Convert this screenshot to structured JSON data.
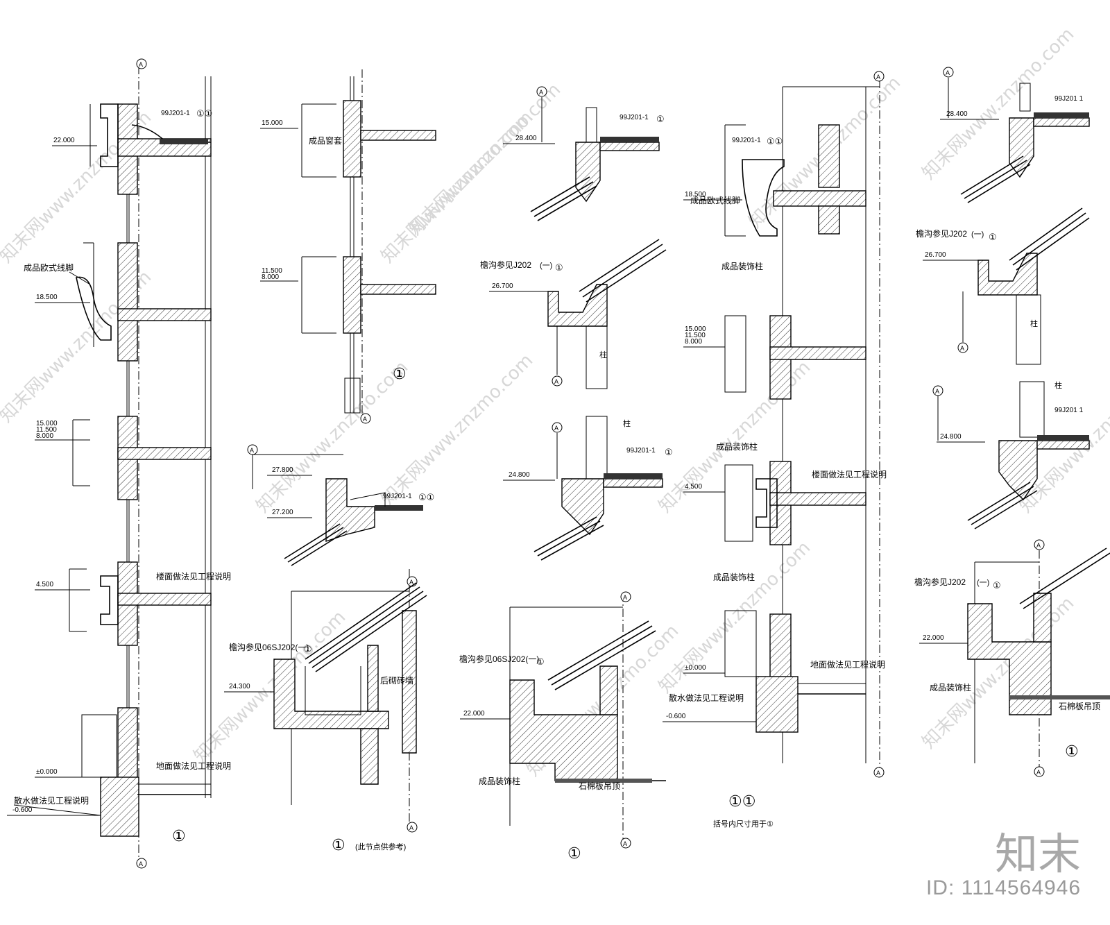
{
  "watermark": {
    "text": "知末网www.znzmo.com",
    "logo": "知末",
    "id": "ID: 1114564946"
  },
  "axis": {
    "A": "A"
  },
  "detail_mark": "①",
  "double_mark": "①①",
  "refs": {
    "r99j201": "99J201-1",
    "r99j201b": "99J201 1",
    "gutter_j202": "檐沟参见J202",
    "gutter_j202_one": "(一)",
    "gutter_06": "檐沟参见06SJ202(一)",
    "gutter_06b": "檐沟参见06SJ202(一)"
  },
  "labels": {
    "cornice": "成品欧式线脚",
    "window_sill": "成品窗套",
    "dec_col": "成品装饰柱",
    "column": "柱",
    "floor_note": "楼面做法见工程说明",
    "ground_note": "地面做法见工程说明",
    "apron_note": "散水做法见工程说明",
    "back_brick": "后砌砖墙",
    "ceiling": "石棉板吊顶",
    "bracket_note": "括号内尺寸用于①",
    "ref_note": "(此节点供参考)"
  },
  "elevations": {
    "e22": "22.000",
    "e18_5": "18.500",
    "e15": "15.000",
    "e11_5": "11.500",
    "e8": "8.000",
    "e4_5": "4.500",
    "e0": "±0.000",
    "em0_6": "-0.600",
    "e28_4": "28.400",
    "e26_7": "26.700",
    "e24_8": "24.800",
    "e27_8": "27.800",
    "e27_2": "27.200",
    "e24_3": "24.300"
  }
}
